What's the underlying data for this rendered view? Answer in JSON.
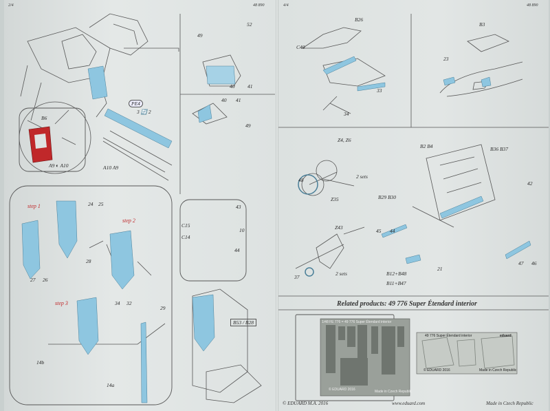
{
  "header": {
    "left_page": "2/4",
    "left_code": "48 890",
    "right_page": "4/4",
    "right_code": "48 890"
  },
  "left": {
    "pe_badge": "PE4",
    "pe_fold": "3 🔄 2",
    "b6": "B6",
    "a9_a10_box": "A9 ◐ A10",
    "a10_a9": "A10  A9",
    "n49": "49",
    "n52": "52",
    "n40a": "40",
    "n41a": "41",
    "n40b": "40",
    "n41b": "41",
    "n49b": "49",
    "step1": "step 1",
    "step2": "step 2",
    "step3": "step 3",
    "n24": "24",
    "n25": "25",
    "n27": "27",
    "n26": "26",
    "n28": "28",
    "n34": "34",
    "n32": "32",
    "n29": "29",
    "n43": "43",
    "c15": "C15",
    "c14": "C14",
    "n10": "10",
    "n44": "44",
    "b53_b28": "B53 / B28",
    "n14b": "14b",
    "n14a": "14a"
  },
  "right": {
    "b26": "B26",
    "c40": "C40",
    "n33": "33",
    "n34": "34",
    "b3": "B3",
    "n23": "23",
    "z4_z6": "Z4, Z6",
    "n48": "48",
    "z35": "Z35",
    "two_sets_a": "2 sets",
    "b2_b4": "B2  B4",
    "b36_b37": "B36  B37",
    "n42": "42",
    "b29_b30": "B29  B30",
    "n45": "45",
    "n44": "44",
    "z43": "Z43",
    "n37": "37",
    "two_sets_b": "2 sets",
    "b12_b48": "B12+B48",
    "b11_b47": "B11+B47",
    "n21": "21",
    "n47": "47",
    "n46": "46",
    "related_products": "Related products:  49 776  Super Étendard interior",
    "fret1_title": "1/48   FE 776 = 49 776  Super Étendard interior",
    "fret1_copy": "© EDUARD 2016",
    "fret1_made": "Made in Czech Republic",
    "fret2_title": "49 776  Super Étendard interior",
    "fret2_brand": "eduard",
    "fret2_copy": "© EDUARD 2016",
    "fret2_made": "Made in Czech Republic"
  },
  "footer": {
    "copyright": "© EDUARD   M.A. 2016",
    "url": "www.eduard.com",
    "made": "Made in Czech Republic"
  },
  "colors": {
    "paper": "#dfe3e2",
    "part_blue": "#8ec6e0",
    "red": "#c0282a",
    "line": "#555555"
  }
}
